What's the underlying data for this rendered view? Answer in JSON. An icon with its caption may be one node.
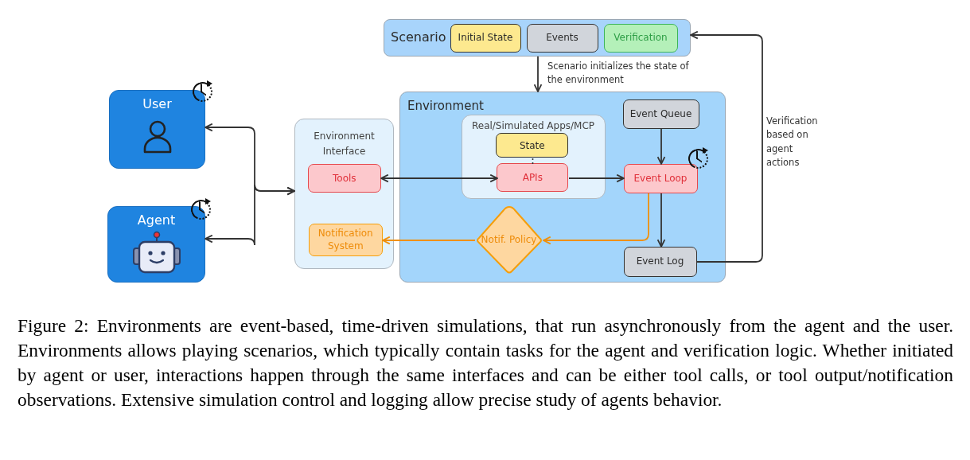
{
  "diagram": {
    "nodes": [
      {
        "text": [
          "Scenario"
        ]
      },
      {
        "text": [
          "Initial State"
        ],
        "in": 0
      },
      {
        "text": [
          "Events"
        ],
        "in": 0
      },
      {
        "text": [
          "Verification"
        ],
        "in": 0
      },
      {
        "text": [
          "User"
        ]
      },
      {
        "text": [
          "Agent"
        ]
      },
      {
        "text": [
          "Environment"
        ]
      },
      {
        "text": [
          "Environment Interface"
        ]
      },
      {
        "text": [
          "Tools"
        ],
        "in": 7
      },
      {
        "text": [
          "Notification System"
        ],
        "in": 7
      },
      {
        "text": [
          "Real/Simulated Apps/MCP"
        ],
        "in": 6
      },
      {
        "text": [
          "State"
        ],
        "in": 10
      },
      {
        "text": [
          "APIs"
        ],
        "in": 10
      },
      {
        "text": [
          "Event Queue"
        ],
        "in": 6
      },
      {
        "text": [
          "Event Loop"
        ],
        "in": 6
      },
      {
        "text": [
          "Notif. Policy"
        ],
        "in": 6
      },
      {
        "text": [
          "Event Log"
        ],
        "in": 6
      }
    ],
    "edges": [
      {
        "from": 0,
        "to": 6,
        "arrow": "to",
        "label": "Scenario initializes the state of the environment"
      },
      {
        "from": 7,
        "to": 4,
        "arrow": "both"
      },
      {
        "from": 7,
        "to": 5,
        "arrow": "both"
      },
      {
        "from": 8,
        "to": 12,
        "arrow": "both"
      },
      {
        "from": 12,
        "to": 14,
        "arrow": "to"
      },
      {
        "from": 13,
        "to": 14,
        "arrow": "to"
      },
      {
        "from": 14,
        "to": 16,
        "arrow": "to"
      },
      {
        "from": 14,
        "to": 15,
        "arrow": "to",
        "color": "#f0900c"
      },
      {
        "from": 15,
        "to": 9,
        "arrow": "to",
        "color": "#f0900c"
      },
      {
        "from": 16,
        "to": 0,
        "arrow": "to",
        "label": "Verification based on agent actions"
      },
      {
        "from": 11,
        "to": 12,
        "arrow": "none",
        "style": "dashed"
      }
    ],
    "caption": "Figure 2: Environments are event-based, time-driven simulations, that run asynchronously from the agent and the user. Environments allows playing scenarios, which typically contain tasks for the agent and verification logic. Whether initiated by agent or user, interactions happen through the same interfaces and can be either tool calls, or tool output/notification observations. Extensive simulation control and logging allow precise study of agents behavior."
  }
}
